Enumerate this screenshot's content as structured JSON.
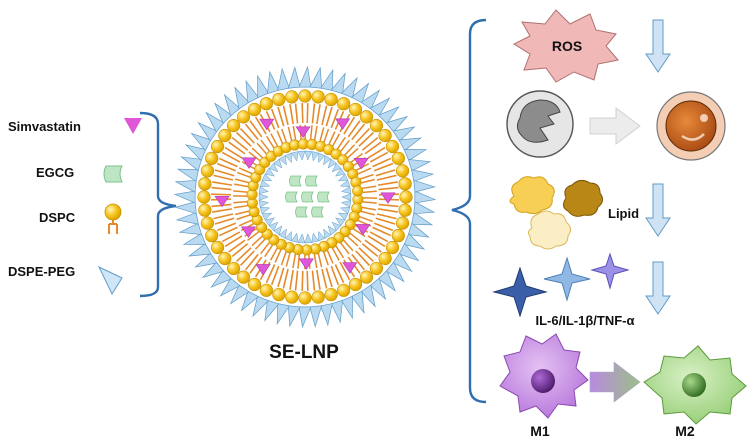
{
  "legend": {
    "simvastatin": "Simvastatin",
    "egcg": "EGCG",
    "dspc": "DSPC",
    "dspe_peg": "DSPE-PEG"
  },
  "nanoparticle": {
    "label": "SE-LNP"
  },
  "effects": {
    "ros": "ROS",
    "lipid": "Lipid",
    "cytokines": "IL-6/IL-1β/TNF-α",
    "m1": "M1",
    "m2": "M2"
  },
  "colors": {
    "simvastatin": "#e056d8",
    "egcg": "#bfe6c4",
    "dspc_head": "#f6c21a",
    "dspc_tail": "#e58a2a",
    "peg": "#8fc3e6",
    "bracket": "#2f6fae",
    "ros_fill": "#f1b8b8",
    "arrow_down": "#cfe3f5",
    "m1_cell": "#c98ce6",
    "m2_cell": "#a9d98a"
  },
  "icons": [
    "triangle-icon",
    "capsule-icon",
    "lipid-head-icon",
    "peg-chain-icon",
    "down-arrow-icon",
    "right-arrow-icon"
  ]
}
